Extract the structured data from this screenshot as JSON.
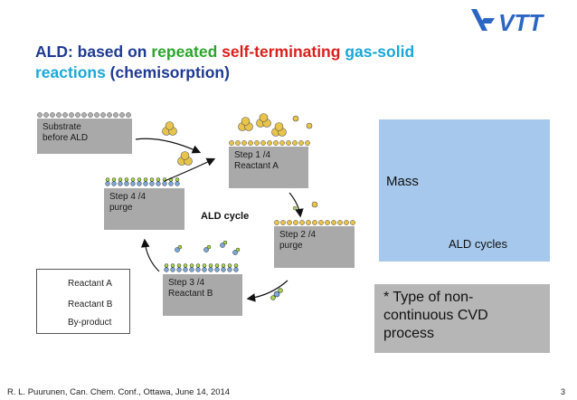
{
  "logo_text": "VTT",
  "title": {
    "p1": "ALD: based on ",
    "p2": "repeated",
    "p3": " ",
    "p4": "self-terminating",
    "p5": " ",
    "p6": "gas-solid",
    "p7": "reactions",
    "p8": " (chemisorption)"
  },
  "diagram": {
    "substrate": [
      "Substrate",
      "before ALD"
    ],
    "step1": [
      "Step 1 /4",
      "Reactant A"
    ],
    "step2": [
      "Step 2 /4",
      "purge"
    ],
    "step3": [
      "Step 3 /4",
      "Reactant B"
    ],
    "step4": [
      "Step 4 /4",
      "purge"
    ],
    "cycle_label": "ALD cycle"
  },
  "legend": {
    "reactant_a": "Reactant A",
    "reactant_b": "Reactant B",
    "by_product": "By-product"
  },
  "mass_panel": {
    "y_label": "Mass",
    "x_label": "ALD cycles"
  },
  "type_box": "* Type of non-continuous CVD process",
  "footer": "R. L. Puurunen, Can. Chem. Conf., Ottawa, June 14, 2014",
  "page_number": "3",
  "colors": {
    "title_blue": "#1f3a93",
    "repeated_green": "#2ca52c",
    "self_terminating_red": "#d9201e",
    "gas_solid_cyan": "#1aa7d8",
    "box_gray": "#a9a9a9",
    "mass_panel_blue": "#a6c8ec",
    "reactant_a": "#e8c44a",
    "reactant_b_blue": "#7aa6d8",
    "reactant_b_green": "#a6d64a"
  }
}
